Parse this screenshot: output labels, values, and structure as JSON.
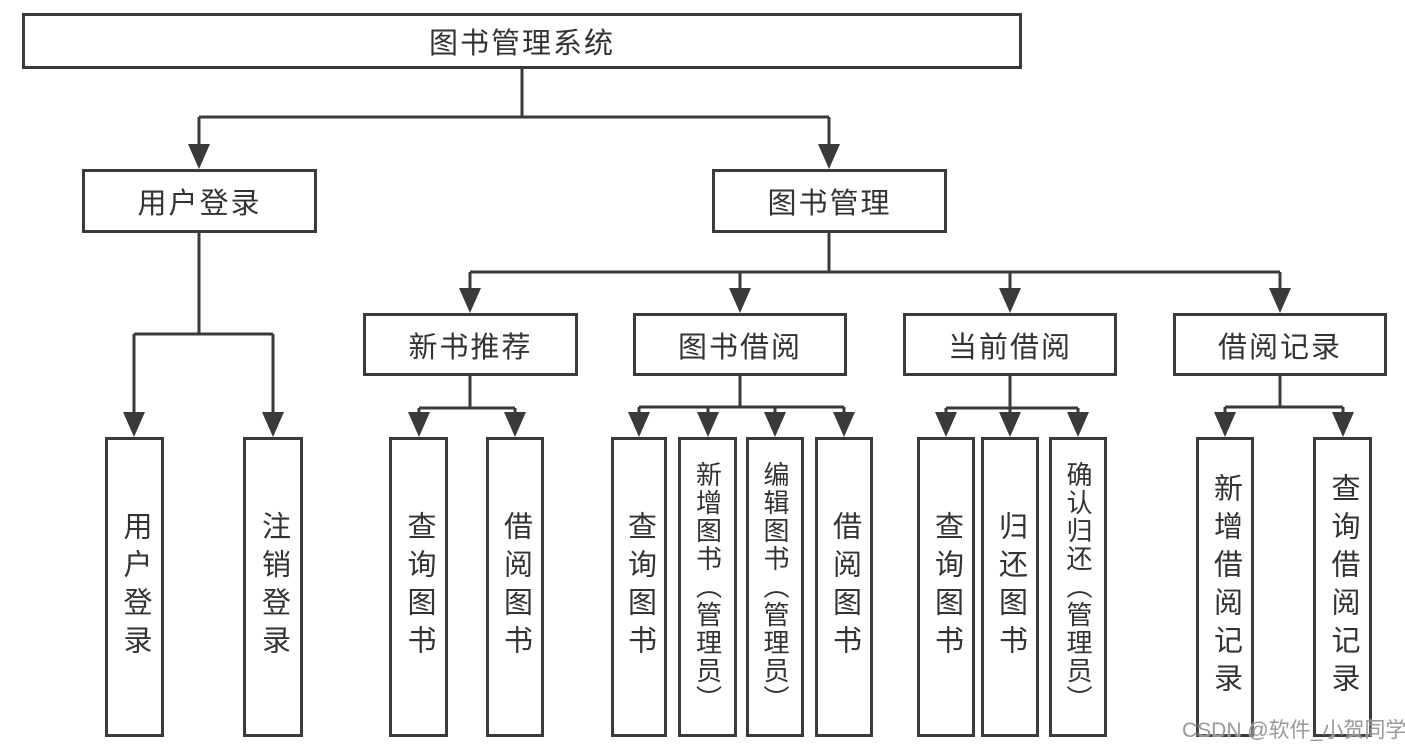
{
  "tree": {
    "label": "图书管理系统",
    "children": [
      {
        "label": "用户登录",
        "children": [
          {
            "label": "用户登录"
          },
          {
            "label": "注销登录"
          }
        ]
      },
      {
        "label": "图书管理",
        "children": [
          {
            "label": "新书推荐",
            "children": [
              {
                "label": "查询图书"
              },
              {
                "label": "借阅图书"
              }
            ]
          },
          {
            "label": "图书借阅",
            "children": [
              {
                "label": "查询图书"
              },
              {
                "label": "新增图书（管理员）"
              },
              {
                "label": "编辑图书（管理员）"
              },
              {
                "label": "借阅图书"
              }
            ]
          },
          {
            "label": "当前借阅",
            "children": [
              {
                "label": "查询图书"
              },
              {
                "label": "归还图书"
              },
              {
                "label": "确认归还（管理员）"
              }
            ]
          },
          {
            "label": "借阅记录",
            "children": [
              {
                "label": "新增借阅记录"
              },
              {
                "label": "查询借阅记录"
              }
            ]
          }
        ]
      }
    ]
  },
  "watermark": "CSDN @软件_小贺同学",
  "colors": {
    "line": "#3a3a3a",
    "text": "#333333",
    "watermark": "#949494",
    "background": "#ffffff"
  }
}
